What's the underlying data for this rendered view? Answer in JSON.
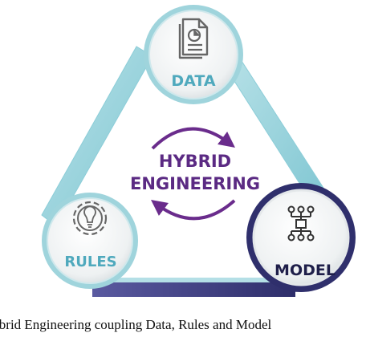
{
  "nodes": {
    "data": {
      "label": "DATA",
      "icon": "document-chart-icon"
    },
    "rules": {
      "label": "RULES",
      "icon": "gear-lightbulb-icon"
    },
    "model": {
      "label": "MODEL",
      "icon": "flowchart-icon"
    }
  },
  "center": {
    "line1": "HYBRID",
    "line2": "ENGINEERING"
  },
  "caption": "Hybrid Engineering coupling Data, Rules and Model",
  "colors": {
    "teal_band": "#9fd4dc",
    "teal_dark": "#5ab4c4",
    "label_teal": "#4fa9bd",
    "navy": "#3a3a7a",
    "purple": "#6a2c8c",
    "circle_fill": "#f3f5f6",
    "icon_gray": "#666666"
  }
}
